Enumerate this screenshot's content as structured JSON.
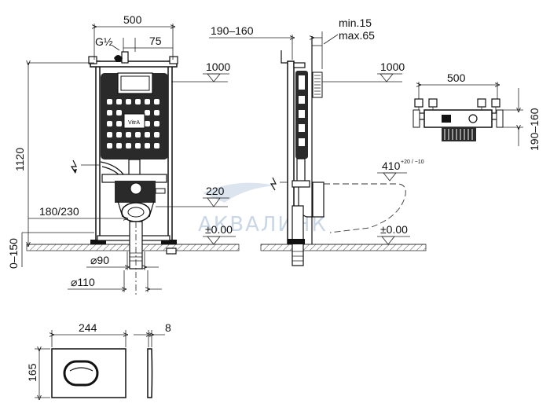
{
  "front_view": {
    "width_label": "500",
    "pipe_thread_label": "G½",
    "offset_label": "75",
    "height_label": "1120",
    "level_1000_label": "1000",
    "level_220_label": "220",
    "drain_offset_label": "180/230",
    "floor_label": "±0.00",
    "floor_range_label": "0–150",
    "pipe_90_label": "⌀90",
    "pipe_110_label": "⌀110",
    "logo_text": "VitrA"
  },
  "side_view": {
    "depth_label": "190–160",
    "min_label": "min.15",
    "max_label": "max.65",
    "level_1000_label": "1000",
    "level_410_label": "410",
    "level_410_tolerance": "+20 / −10",
    "floor_label": "±0.00"
  },
  "top_view": {
    "width_label": "500",
    "depth_label": "190–160"
  },
  "flush_plate": {
    "width_label": "244",
    "height_label": "165",
    "thickness_label": "8"
  },
  "watermark": "АКВАЛИНК"
}
